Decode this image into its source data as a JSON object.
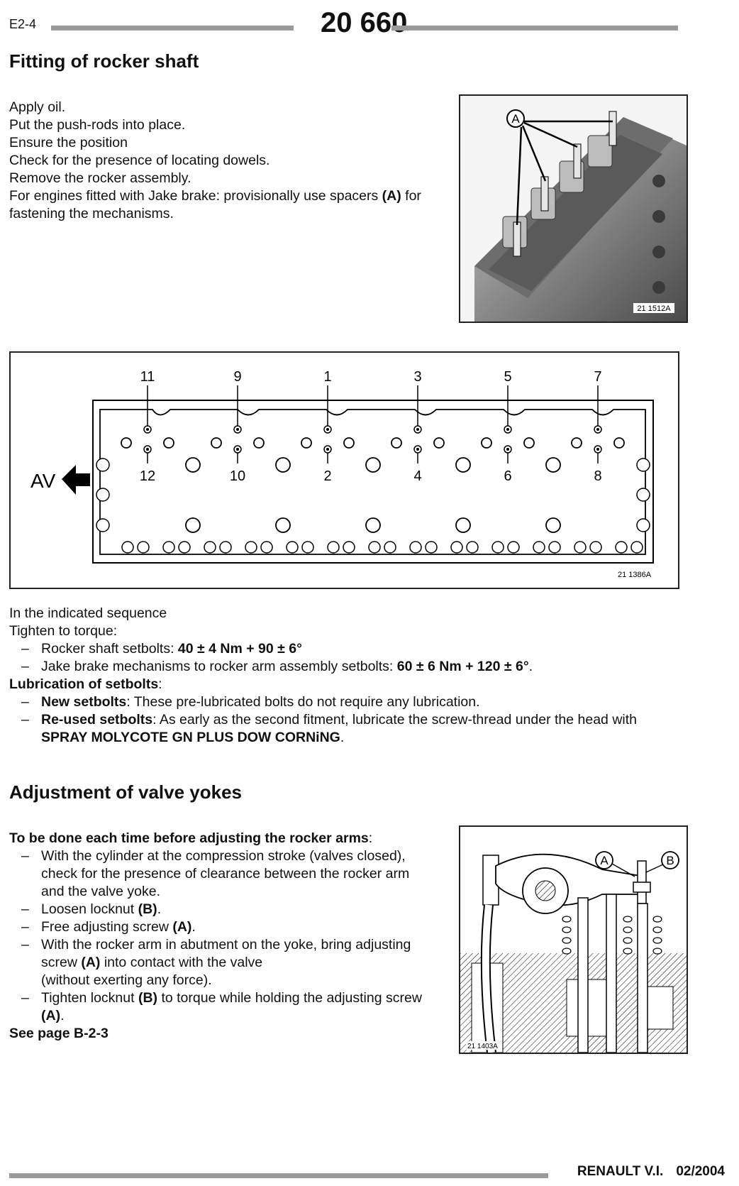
{
  "header": {
    "section": "E2-4",
    "page_number": "20 660"
  },
  "section1": {
    "title": "Fitting of rocker shaft",
    "lines": [
      "Apply oil.",
      "Put the push-rods into place.",
      "Ensure the position",
      "Check for the presence of locating dowels.",
      "Remove the rocker assembly."
    ],
    "jake_pre": "For engines fitted with Jake brake: provisionally use spacers ",
    "jake_bold": "(A)",
    "jake_post": " for fastening the mechanisms.",
    "photo_label": "A",
    "photo_code": "21 1512A"
  },
  "diagram": {
    "top_numbers": [
      "11",
      "9",
      "1",
      "3",
      "5",
      "7"
    ],
    "bottom_numbers": [
      "12",
      "10",
      "2",
      "4",
      "6",
      "8"
    ],
    "direction_label": "AV",
    "code": "21 1386A"
  },
  "torque": {
    "line1": "In the indicated sequence",
    "line2": "Tighten to torque:",
    "item1_text": "Rocker shaft setbolts: ",
    "item1_value": "40 ± 4 Nm + 90 ± 6°",
    "item2_text": "Jake brake mechanisms to rocker arm assembly setbolts: ",
    "item2_value": "60 ± 6 Nm + 120 ± 6°",
    "item2_end": ".",
    "lube_heading": "Lubrication of setbolts",
    "lube_colon": ":",
    "new_bold": "New setbolts",
    "new_text": ": These pre-lubricated bolts do not require any lubrication.",
    "reused_bold": "Re-used setbolts",
    "reused_text": ": As early as the second fitment, lubricate the screw-thread under the head with ",
    "reused_product": "SPRAY MOLYCOTE GN PLUS DOW CORNiNG",
    "reused_end": "."
  },
  "section2": {
    "title": "Adjustment of valve yokes",
    "intro_bold": "To be done each time before adjusting the rocker arms",
    "intro_colon": ":",
    "step1": "With the cylinder at the compression stroke (valves closed), check for the presence of clearance between the rocker arm and the valve yoke.",
    "step2_pre": "Loosen locknut ",
    "step2_bold": "(B)",
    "step2_post": ".",
    "step3_pre": "Free adjusting screw ",
    "step3_bold": "(A)",
    "step3_post": ".",
    "step4_pre": "With the rocker arm in abutment on the yoke, bring adjusting screw ",
    "step4_bold": "(A)",
    "step4_post": " into contact with the valve",
    "step4_line2": "(without exerting any force).",
    "step5_pre": "Tighten locknut ",
    "step5_bold": "(B)",
    "step5_mid": " to torque while holding the adjusting screw ",
    "step5_bold2": "(A)",
    "step5_post": ".",
    "see_page": "See page B-2-3",
    "drawing_label_a": "A",
    "drawing_label_b": "B",
    "drawing_code": "21 1403A"
  },
  "footer": {
    "brand": "RENAULT V.I.",
    "date": "02/2004"
  }
}
